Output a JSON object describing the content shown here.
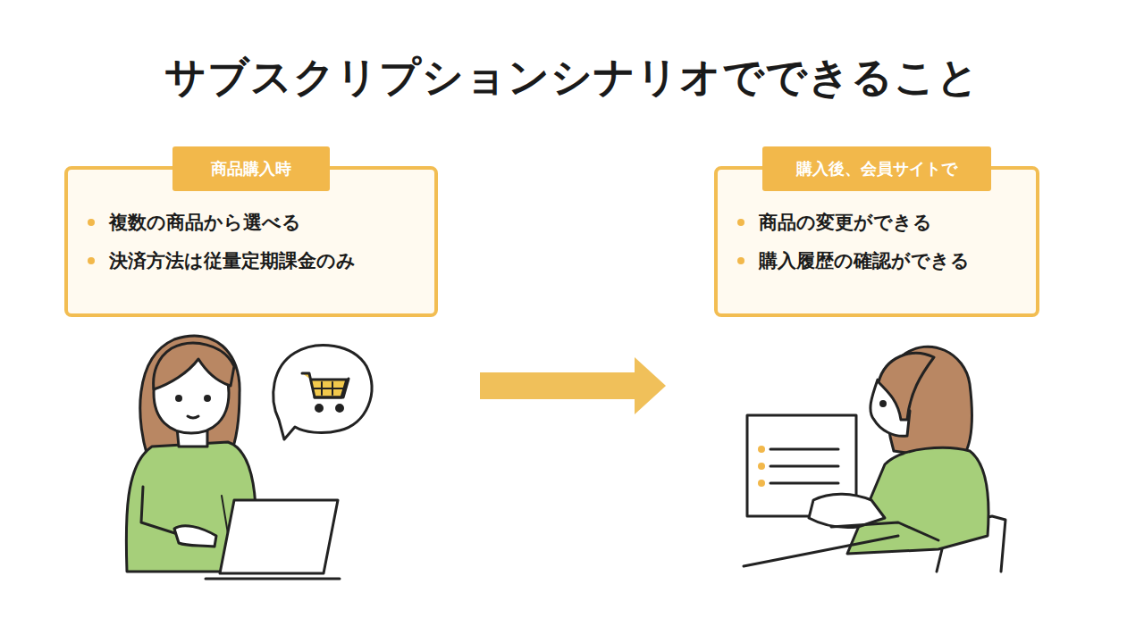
{
  "diagram": {
    "title": "サブスクリプションシナリオでできること",
    "nodes": [
      {
        "text": [
          "商品購入時",
          "複数の商品から選べる",
          "決済方法は従量定期課金のみ"
        ]
      },
      {
        "text": [
          "購入後、会員サイトで",
          "商品の変更ができる",
          "購入履歴の確認ができる"
        ]
      }
    ]
  }
}
